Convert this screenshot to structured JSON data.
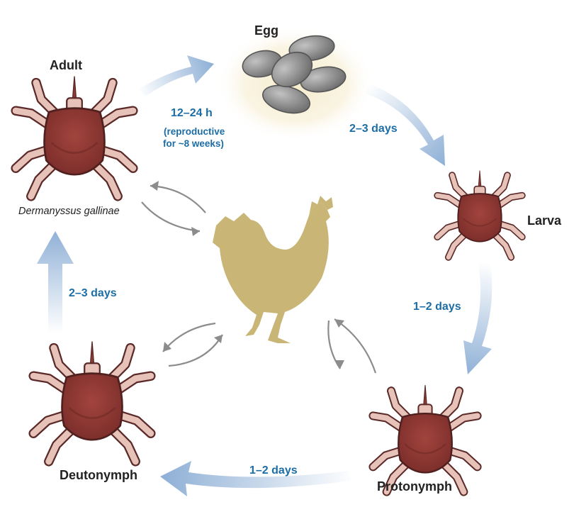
{
  "stages": {
    "egg": "Egg",
    "larva": "Larva",
    "protonymph": "Protonymph",
    "deutonymph": "Deutonymph",
    "adult": "Adult"
  },
  "adult_species": "Dermanyssus gallinae",
  "transitions": {
    "adult_to_egg": "12–24 h",
    "adult_to_egg_note_1": "(reproductive",
    "adult_to_egg_note_2": "for ~8 weeks)",
    "egg_to_larva": "2–3 days",
    "larva_to_protonymph": "1–2 days",
    "protonymph_to_deutonymph": "1–2 days",
    "deutonymph_to_adult": "2–3 days"
  },
  "colors": {
    "cycle_arrow": "#8fb0d6",
    "label_blue": "#1c6da6",
    "mite_body": "#8f3a35",
    "mite_leg": "#e6c2b8",
    "host_silhouette": "#c9b676",
    "egg_fill": "#8e8e8e",
    "host_arrows": "#8c8c8c"
  },
  "icons": [
    "mite-icon",
    "egg-cluster-icon",
    "hen-silhouette-icon",
    "cycle-arrow-icon",
    "feeding-arrow-icon"
  ]
}
